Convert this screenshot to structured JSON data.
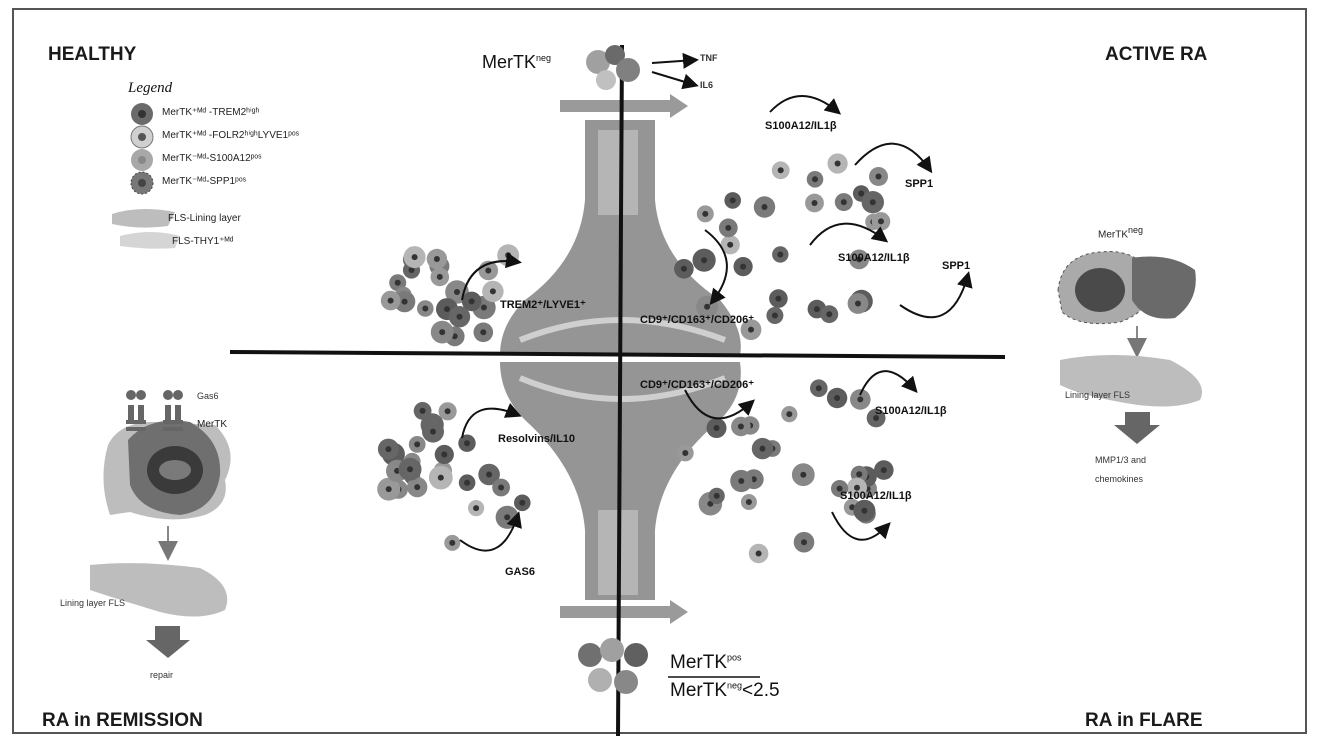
{
  "quadrants": {
    "top_left": "HEALTHY",
    "top_right": "ACTIVE RA",
    "bottom_left": "RA in REMISSION",
    "bottom_right": "RA in FLARE"
  },
  "legend": {
    "title": "Legend",
    "items": [
      {
        "text": "MerTK⁺ᴹᵈ -TREM2ʰⁱᵍʰ",
        "icon": "macrophage-dark-icon"
      },
      {
        "text": "MerTK⁺ᴹᵈ -FOLR2ʰⁱᵍʰLYVE1ᵖᵒˢ",
        "icon": "macrophage-light-icon"
      },
      {
        "text": "MerTK⁻ᴹᵈ-S100A12ᵖᵒˢ",
        "icon": "macrophage-grey-icon"
      },
      {
        "text": "MerTK⁻ᴹᵈ-SPP1ᵖᵒˢ",
        "icon": "macrophage-spotted-icon"
      },
      {
        "text": "FLS-Lining layer",
        "icon": "fls-lining-icon"
      },
      {
        "text": "FLS-THY1⁺ᴹᵈ",
        "icon": "fls-thy1-icon"
      }
    ]
  },
  "top_center": {
    "label": "MerTK",
    "label_sup": "neg",
    "outputs": [
      "TNF",
      "IL6"
    ]
  },
  "bottom_center": {
    "numerator": "MerTK",
    "numerator_sup": "pos",
    "denominator": "MerTK",
    "denominator_sup": "neg",
    "comparison": "<2.5"
  },
  "annotations": {
    "tl_label": "TREM2⁺/LYVE1⁺",
    "tr_s100_1": "S100A12/IL1β",
    "tr_spp1_1": "SPP1",
    "tr_s100_2": "S100A12/IL1β",
    "tr_spp1_2": "SPP1",
    "center_top": "CD9⁺/CD163⁺/CD206⁺",
    "center_bottom": "CD9⁺/CD163⁺/CD206⁺",
    "bl_label": "Resolvins/IL10",
    "bl_gas6": "GAS6",
    "br_s100_1": "S100A12/IL1β",
    "br_s100_2": "S100A12/IL1β"
  },
  "remission": {
    "ligand_label": "Gas6",
    "receptor_label": "MerTK",
    "fls_label": "Lining layer FLS",
    "outcome": "repair"
  },
  "flare": {
    "top_label": "MerTK",
    "top_label_sup": "neg",
    "fls_label": "Lining layer FLS",
    "outcome_line1": "MMP1/3 and",
    "outcome_line2": "chemokines"
  }
}
